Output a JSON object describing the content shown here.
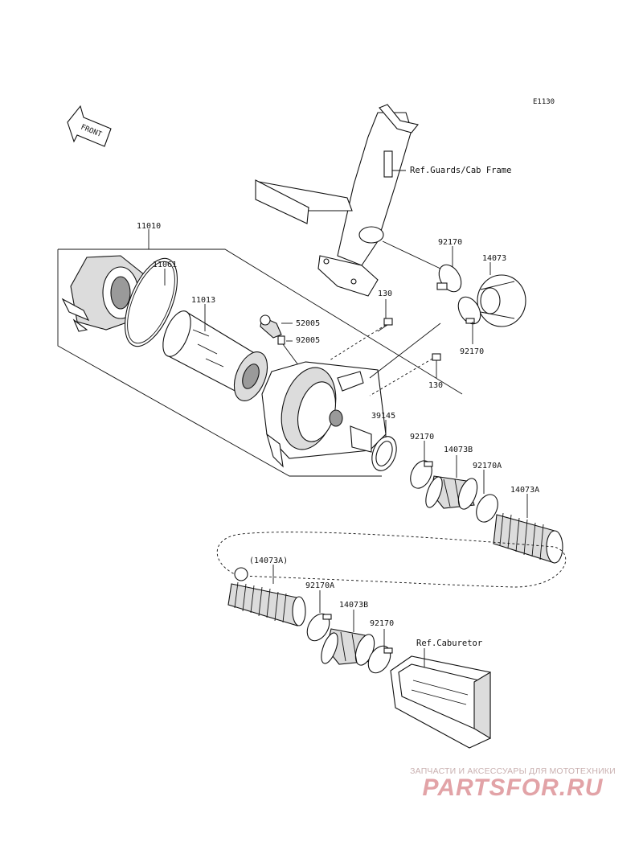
{
  "diagram_code": "E1130",
  "front_label": "FRONT",
  "references": {
    "guards_cab_frame": "Ref.Guards/Cab Frame",
    "caburetor": "Ref.Caburetor"
  },
  "part_labels": {
    "p11010": "11010",
    "p11061": "11061",
    "p11013": "11013",
    "p52005": "52005",
    "p92005": "92005",
    "p130_a": "130",
    "p130_b": "130",
    "p92170_a": "92170",
    "p14073": "14073",
    "p92170_b": "92170",
    "p39145": "39145",
    "p92170_c": "92170",
    "p14073B_a": "14073B",
    "p92170A_a": "92170A",
    "p14073A": "14073A",
    "p14073A_paren": "(14073A)",
    "p92170A_b": "92170A",
    "p14073B_b": "14073B",
    "p92170_d": "92170"
  },
  "watermark": {
    "tagline": "ЗАПЧАСТИ И АКСЕССУАРЫ ДЛЯ МОТОТЕХНИКИ",
    "brand": "PARTSFOR.RU",
    "color": "#e2a3a7"
  }
}
